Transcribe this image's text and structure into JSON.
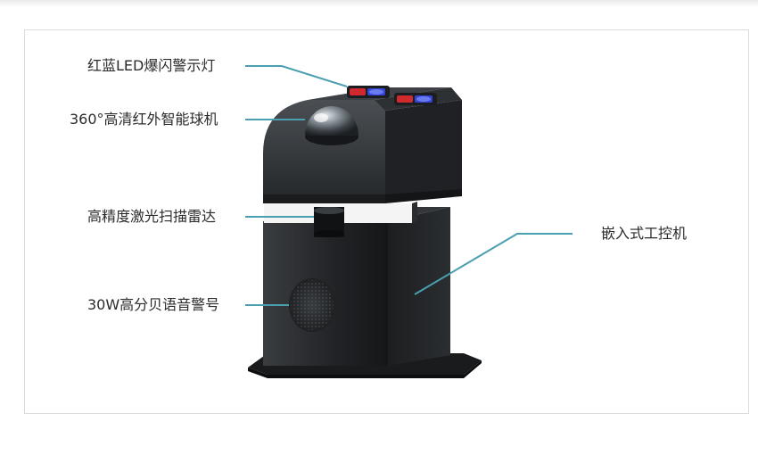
{
  "labels": {
    "led": "红蓝LED爆闪警示灯",
    "camera": "360°高清红外智能球机",
    "lidar": "高精度激光扫描雷达",
    "speaker": "30W高分贝语音警号",
    "computer": "嵌入式工控机"
  },
  "colors": {
    "leader_line": "#4a9fb0",
    "device_body": "#26292c",
    "text": "#2b2b2b"
  }
}
